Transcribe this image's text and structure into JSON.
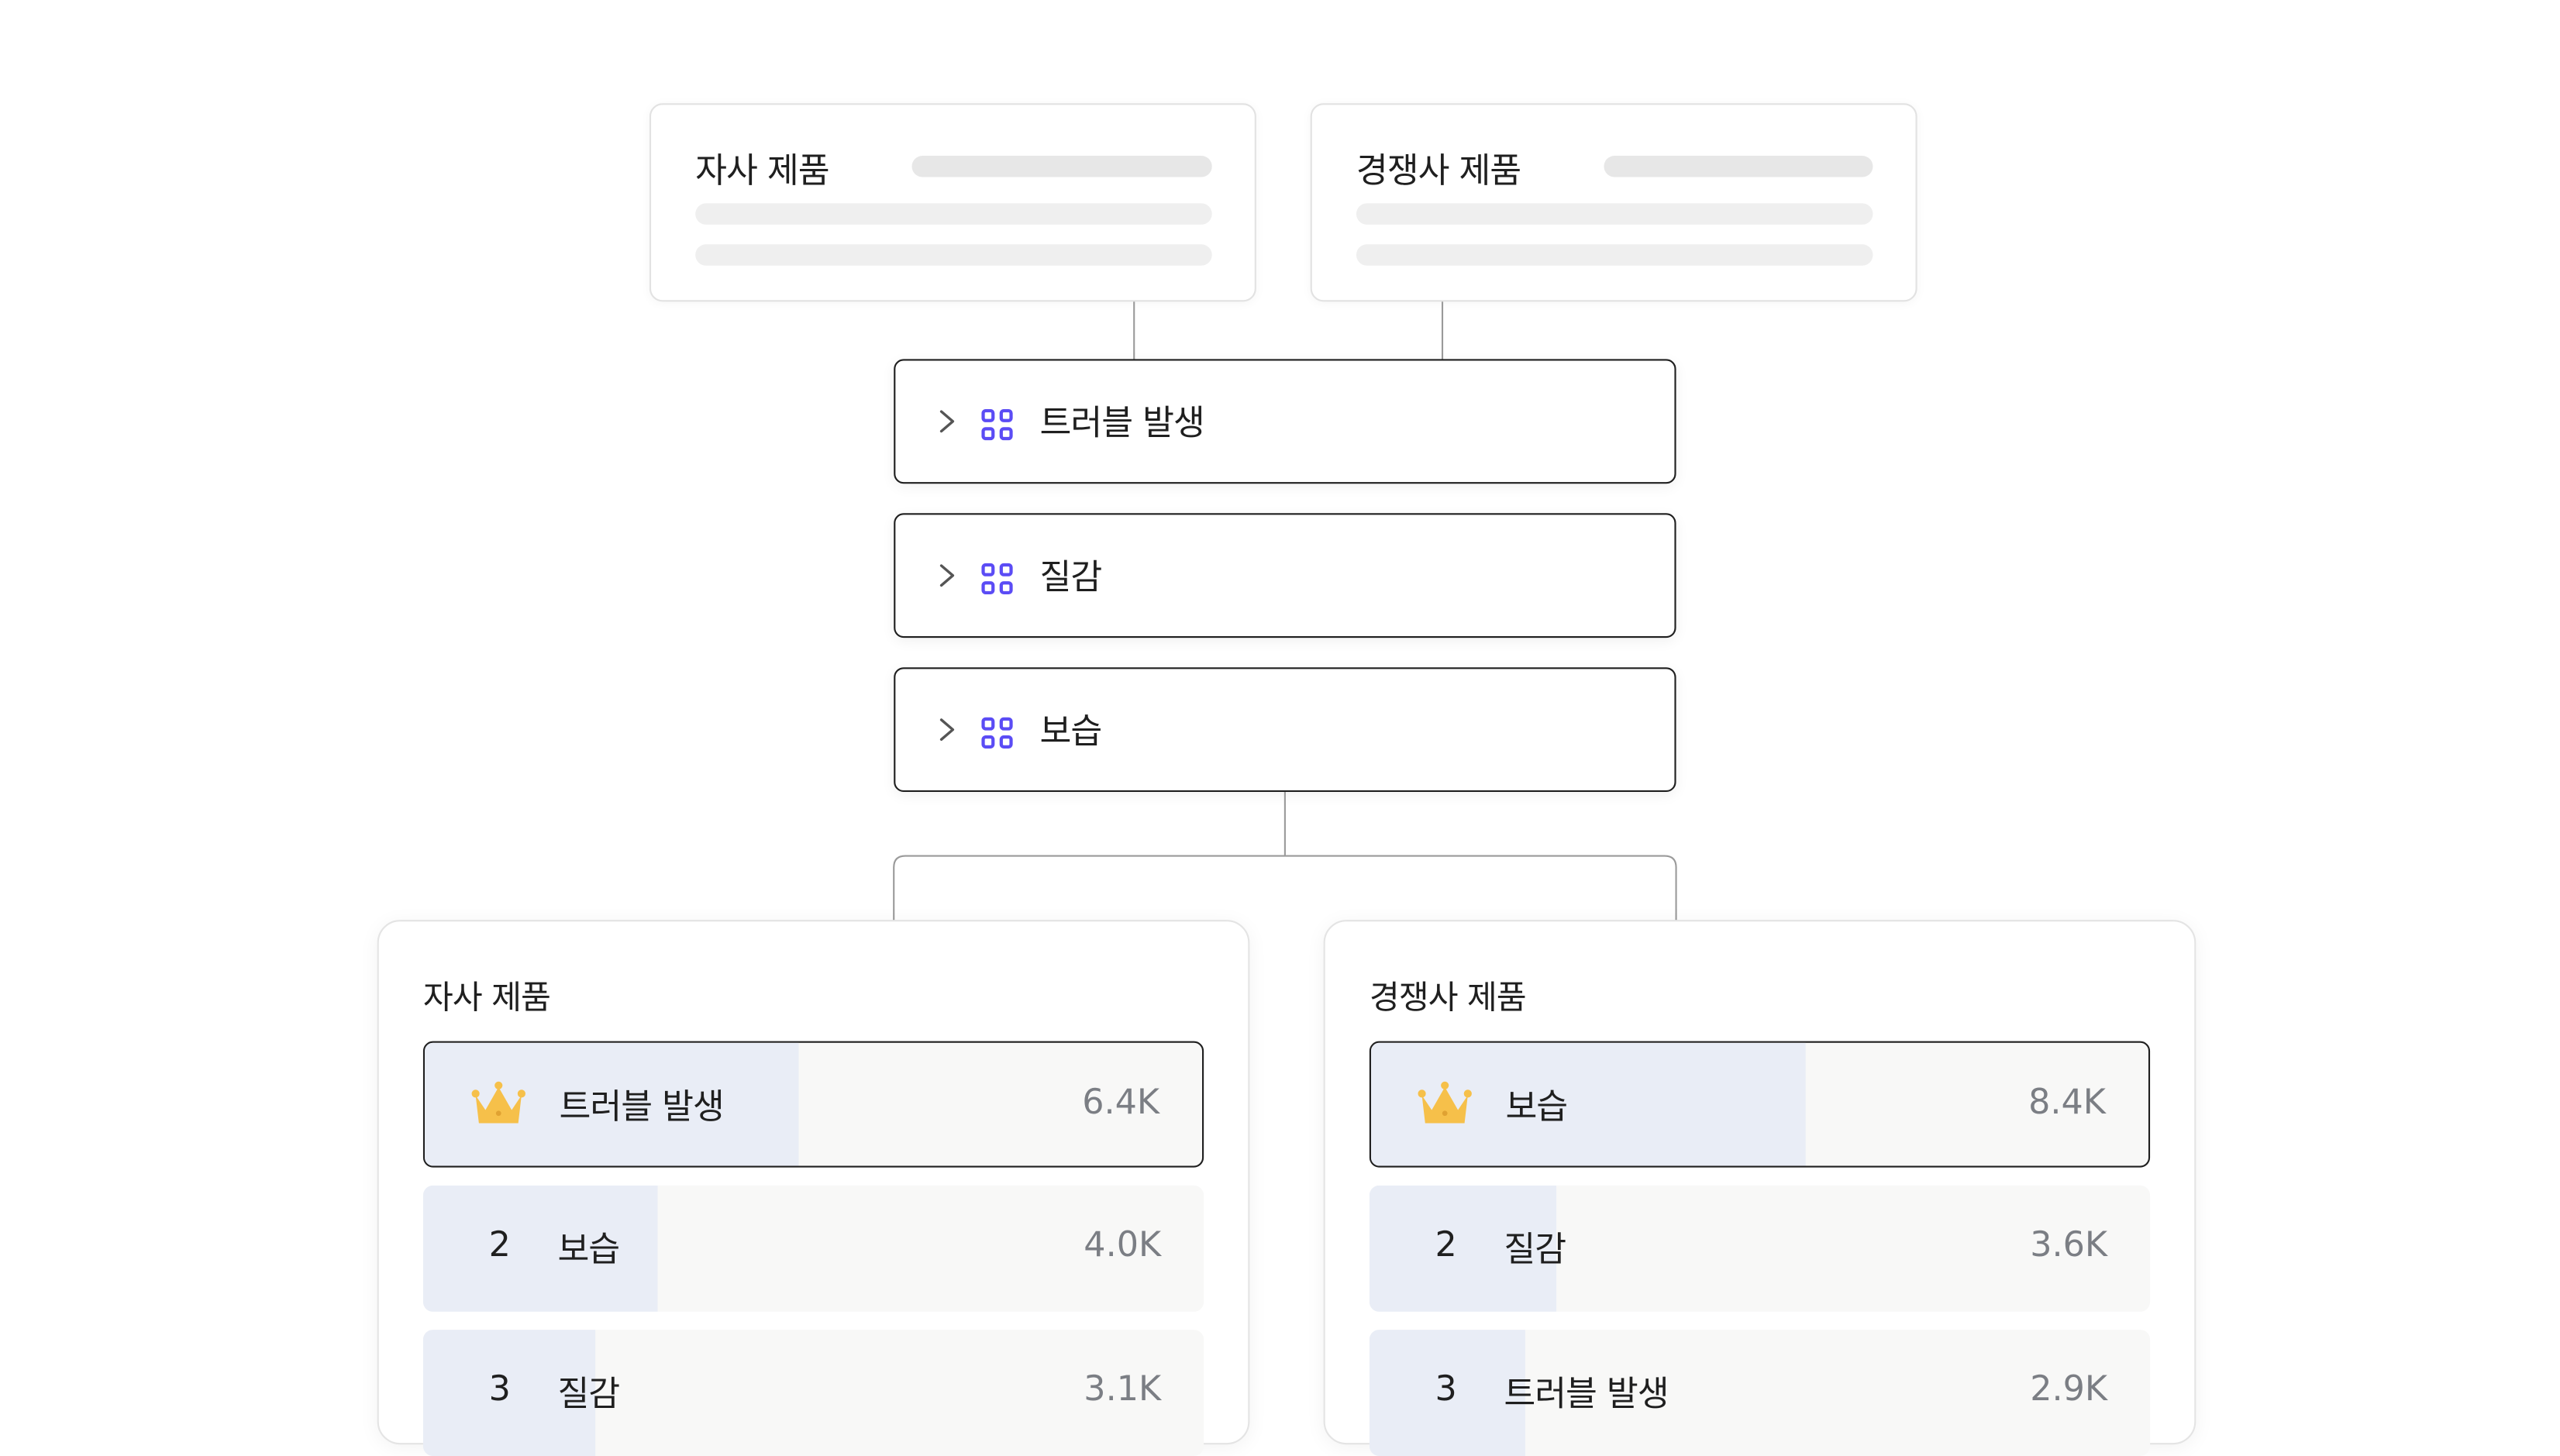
{
  "top_cards": [
    {
      "title": "자사 제품"
    },
    {
      "title": "경쟁사 제품"
    }
  ],
  "rows": [
    {
      "label": "트러블 발생",
      "icon": "chevron-right-icon",
      "category_icon": "grid-icon"
    },
    {
      "label": "질감",
      "icon": "chevron-right-icon",
      "category_icon": "grid-icon"
    },
    {
      "label": "보습",
      "icon": "chevron-right-icon",
      "category_icon": "grid-icon"
    }
  ],
  "panels": [
    {
      "title": "자사 제품",
      "items": [
        {
          "rank": "1",
          "label": "트러블 발생",
          "value": "6.4K",
          "share": 0.48,
          "top": true
        },
        {
          "rank": "2",
          "label": "보습",
          "value": "4.0K",
          "share": 0.3,
          "top": false
        },
        {
          "rank": "3",
          "label": "질감",
          "value": "3.1K",
          "share": 0.22,
          "top": false
        }
      ]
    },
    {
      "title": "경쟁사 제품",
      "items": [
        {
          "rank": "1",
          "label": "보습",
          "value": "8.4K",
          "share": 0.56,
          "top": true
        },
        {
          "rank": "2",
          "label": "질감",
          "value": "3.6K",
          "share": 0.24,
          "top": false
        },
        {
          "rank": "3",
          "label": "트러블 발생",
          "value": "2.9K",
          "share": 0.2,
          "top": false
        }
      ]
    }
  ],
  "colors": {
    "accent_icon": "#5b4cf5",
    "bar_fill": "#e9edf6",
    "crown": "#f6c04a",
    "value_text": "#7b7e84"
  }
}
